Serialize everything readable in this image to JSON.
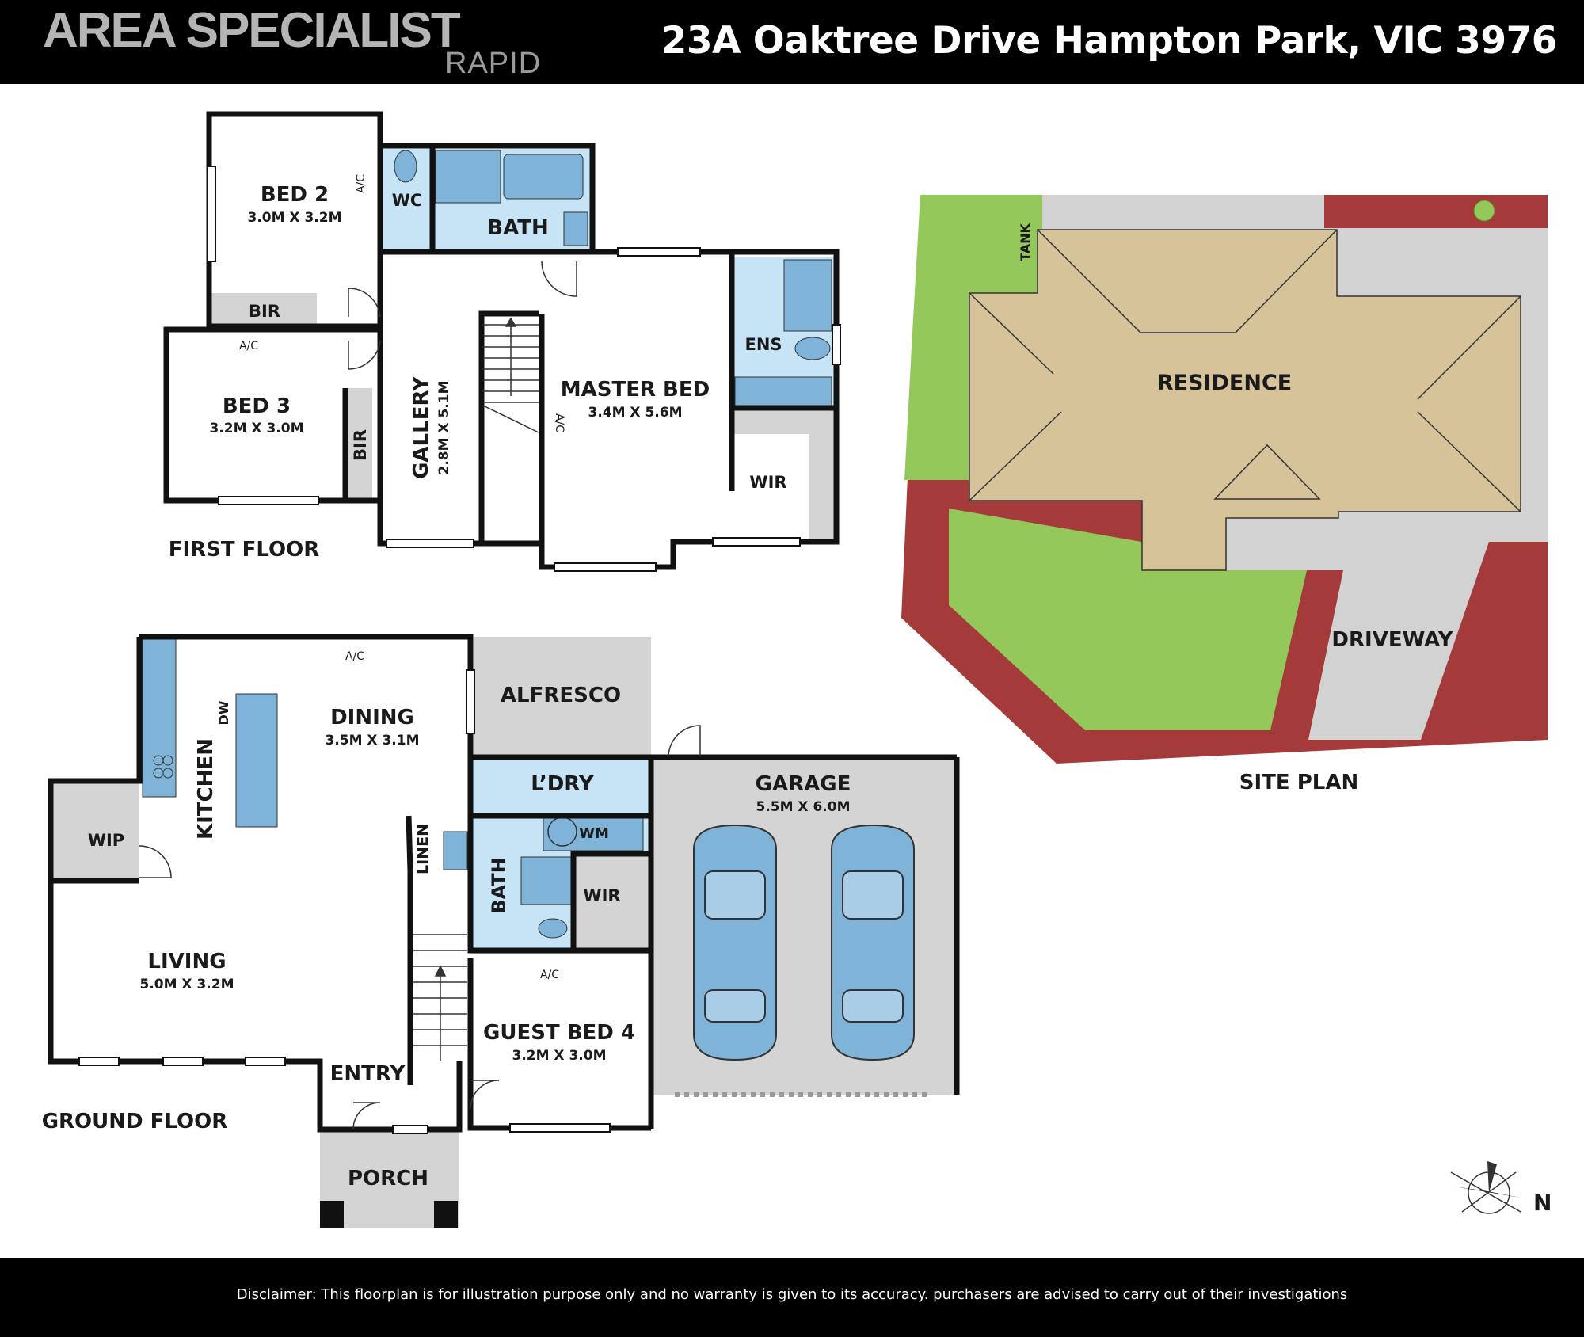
{
  "header": {
    "brand": "AREA SPECIALIST",
    "brand_sub": "RAPID",
    "address": "23A Oaktree Drive Hampton Park, VIC 3976"
  },
  "first_floor": {
    "title": "FIRST FLOOR",
    "bed2": {
      "name": "BED 2",
      "dims": "3.0M X 3.2M"
    },
    "bed3": {
      "name": "BED 3",
      "dims": "3.2M X 3.0M"
    },
    "master": {
      "name": "MASTER BED",
      "dims": "3.4M X 5.6M"
    },
    "gallery": {
      "name": "GALLERY",
      "dims": "2.8M X 5.1M"
    },
    "wc": "WC",
    "bath": "BATH",
    "bir": "BIR",
    "ens": "ENS",
    "wir": "WIR",
    "ac": "A/C"
  },
  "ground_floor": {
    "title": "GROUND FLOOR",
    "kitchen": "KITCHEN",
    "dw": "DW",
    "dining": {
      "name": "DINING",
      "dims": "3.5M X 3.1M"
    },
    "alfresco": "ALFRESCO",
    "garage": {
      "name": "GARAGE",
      "dims": "5.5M X 6.0M"
    },
    "laundry": "L’DRY",
    "wm": "WM",
    "linen": "LINEN",
    "bath": "BATH",
    "wir": "WIR",
    "wip": "WIP",
    "living": {
      "name": "LIVING",
      "dims": "5.0M X 3.2M"
    },
    "entry": "ENTRY",
    "guest": {
      "name": "GUEST BED 4",
      "dims": "3.2M X 3.0M"
    },
    "porch": "PORCH",
    "ac": "A/C"
  },
  "site_plan": {
    "title": "SITE PLAN",
    "residence": "RESIDENCE",
    "driveway": "DRIVEWAY",
    "tank": "TANK"
  },
  "compass": {
    "north": "N"
  },
  "footer": {
    "disclaimer": "Disclaimer: This floorplan is for illustration purpose only and no warranty is given to its accuracy. purchasers are advised to carry out of their investigations"
  },
  "colors": {
    "wet_area": "#c6e4f6",
    "fixture": "#7fb3d8",
    "outdoor": "#d4d4d4",
    "roof": "#d6c39a",
    "lawn": "#94c85a",
    "garden_bed": "#a53a3a",
    "paving": "#d2d2d2"
  }
}
